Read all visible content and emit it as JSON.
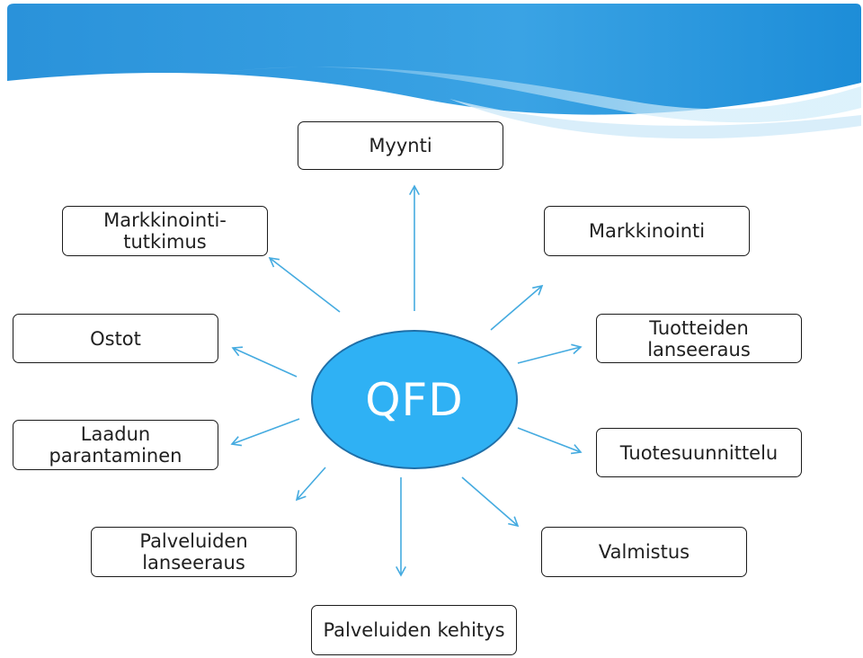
{
  "hub": {
    "label": "QFD"
  },
  "nodes": {
    "myynti": [
      "Myynti"
    ],
    "markkinointitutkimus": [
      "Markkinointi-",
      "tutkimus"
    ],
    "markkinointi": [
      "Markkinointi"
    ],
    "ostot": [
      "Ostot"
    ],
    "tuotteiden_lanseeraus": [
      "Tuotteiden",
      "lanseeraus"
    ],
    "laadun_parantaminen": [
      "Laadun",
      "parantaminen"
    ],
    "tuotesuunnittelu": [
      "Tuotesuunnittelu"
    ],
    "palveluiden_lanseeraus": [
      "Palveluiden",
      "lanseeraus"
    ],
    "valmistus": [
      "Valmistus"
    ],
    "palveluiden_kehitys": [
      "Palveluiden kehitys"
    ]
  },
  "colors": {
    "hub_fill": "#2fb1f4",
    "arrow": "#45abe0",
    "banner": "#2a95dc",
    "box_border": "#1b1b1b"
  }
}
